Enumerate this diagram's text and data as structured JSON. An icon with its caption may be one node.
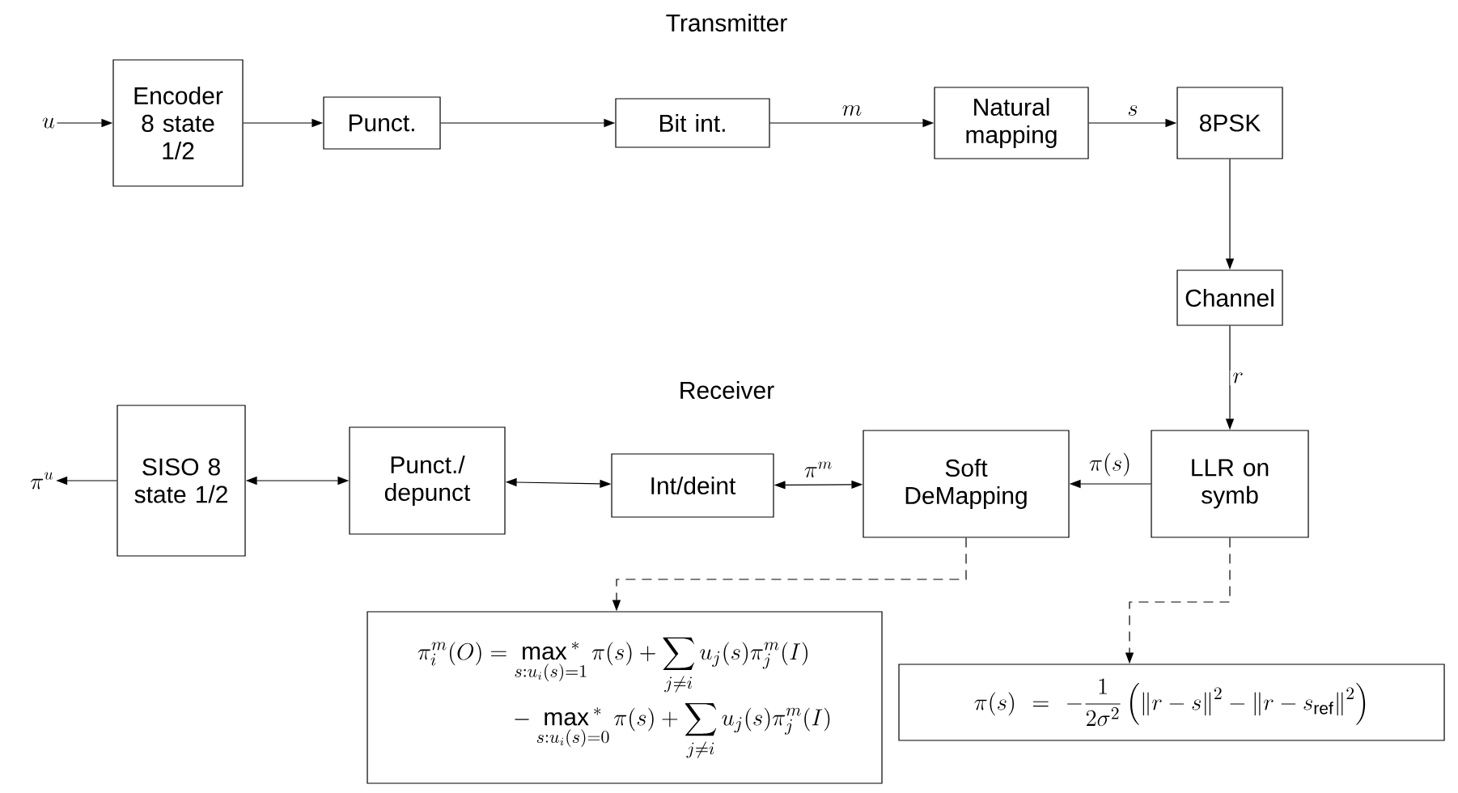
{
  "diagram": {
    "nodes": [
      {
        "text": [
          "u"
        ]
      },
      {
        "text": [
          "Encoder 8 state 1/2"
        ]
      },
      {
        "text": [
          "Punct."
        ]
      },
      {
        "text": [
          "Bit int."
        ]
      },
      {
        "text": [
          "Natural mapping"
        ]
      },
      {
        "text": [
          "8PSK"
        ]
      },
      {
        "text": [
          "Channel"
        ]
      },
      {
        "text": [
          "LLR on symb"
        ]
      },
      {
        "text": [
          "Soft DeMapping"
        ]
      },
      {
        "text": [
          "Int/deint"
        ]
      },
      {
        "text": [
          "Punct./ depunct"
        ]
      },
      {
        "text": [
          "SISO 8 state 1/2"
        ]
      },
      {
        "text": [
          "\\pi^u"
        ]
      },
      {
        "text": [
          "\\begin{aligned}\\pi_i^m(O) &= \\mathop{\\max{}^*}\\limits_{s:u_i(s)=1} \\pi(s) + \\sum_{j\\neq i} u_j(s)\\pi_j^m(I)\\\\ &\\quad - \\mathop{\\max{}^*}\\limits_{s:u_i(s)=0} \\pi(s) + \\sum_{j\\neq i} u_j(s)\\pi_j^m(I)\\end{aligned}"
        ]
      },
      {
        "text": [
          "\\pi(s) = -\\frac{1}{2\\sigma^2}\\left(\\left\\|r-s\\right\\|^2 - \\left\\|r-s_{\\mathrm{ref}}\\right\\|^2\\right)"
        ]
      }
    ],
    "edges": [
      {
        "from": 0,
        "to": 1,
        "arrow": "to"
      },
      {
        "from": 1,
        "to": 2,
        "arrow": "to"
      },
      {
        "from": 2,
        "to": 3,
        "arrow": "to"
      },
      {
        "from": 3,
        "to": 4,
        "arrow": "to",
        "label": "m"
      },
      {
        "from": 4,
        "to": 5,
        "arrow": "to",
        "label": "s"
      },
      {
        "from": 5,
        "to": 6,
        "arrow": "to"
      },
      {
        "from": 6,
        "to": 7,
        "arrow": "to",
        "label": "r"
      },
      {
        "from": 7,
        "to": 8,
        "arrow": "to",
        "label": "\\pi(s)"
      },
      {
        "from": 9,
        "to": 8,
        "arrow": "both",
        "label": "\\pi^m"
      },
      {
        "from": 10,
        "to": 9,
        "arrow": "both"
      },
      {
        "from": 11,
        "to": 10,
        "arrow": "both"
      },
      {
        "from": 11,
        "to": 12,
        "arrow": "to"
      },
      {
        "from": 8,
        "to": 13,
        "arrow": "to",
        "style": "dashed"
      },
      {
        "from": 7,
        "to": 14,
        "arrow": "to",
        "style": "dashed"
      }
    ],
    "labels": [
      "Transmitter",
      "Receiver"
    ]
  }
}
